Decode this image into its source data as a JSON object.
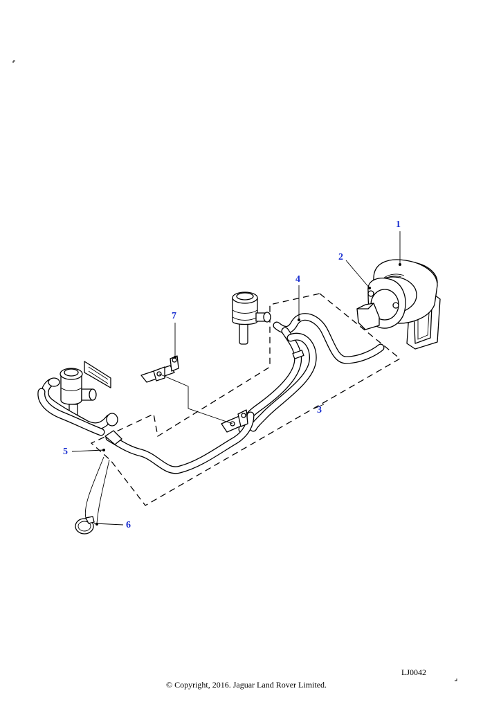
{
  "callouts": [
    {
      "id": "c1",
      "label": "1"
    },
    {
      "id": "c2",
      "label": "2"
    },
    {
      "id": "c3",
      "label": "3"
    },
    {
      "id": "c4",
      "label": "4"
    },
    {
      "id": "c5",
      "label": "5"
    },
    {
      "id": "c6",
      "label": "6"
    },
    {
      "id": "c7",
      "label": "7"
    }
  ],
  "reference_code": "LJ0042",
  "copyright": "© Copyright, 2016. Jaguar Land Rover Limited.",
  "colors": {
    "callout": "#1a2fd0",
    "line": "#000000",
    "background": "#ffffff"
  }
}
